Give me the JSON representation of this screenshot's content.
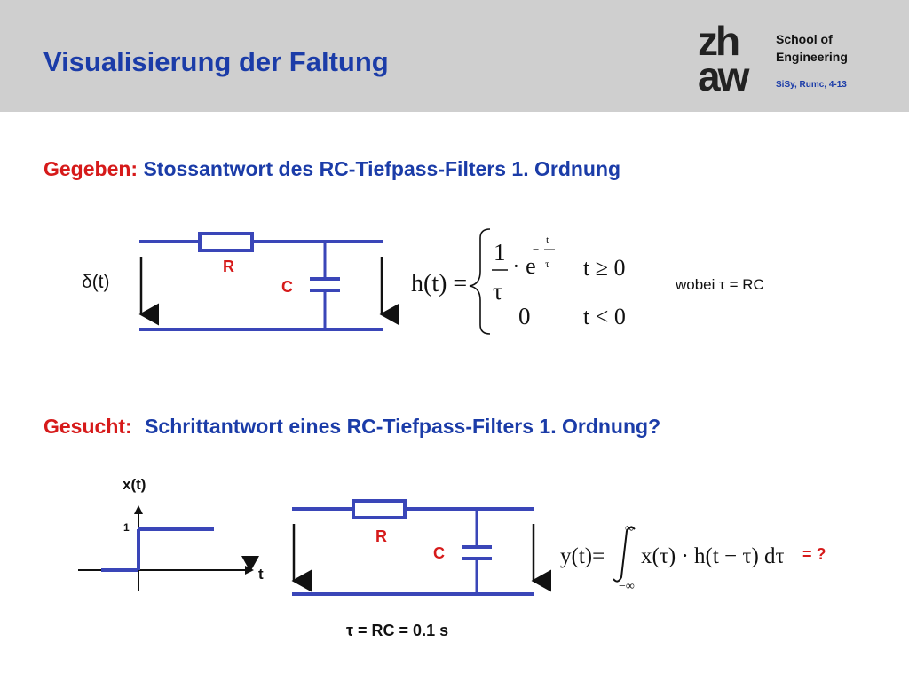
{
  "header": {
    "title": "Visualisierung der Faltung",
    "school_line1": "School of",
    "school_line2": "Engineering",
    "ref": "SiSy, Rumc, 4-13",
    "logo_text_top": "zh",
    "logo_text_bottom": "aw"
  },
  "given": {
    "label": "Gegeben:",
    "text": "Stossantwort des RC-Tiefpass-Filters 1. Ordnung",
    "input_label": "δ(t)",
    "r_label": "R",
    "c_label": "C",
    "formula": {
      "lhs": "h(t) =",
      "frac_num": "1",
      "frac_den": "τ",
      "mult": "· e",
      "exp_sign": "−",
      "exp_num": "t",
      "exp_den": "τ",
      "cond1": "t ≥ 0",
      "case2_val": "0",
      "cond2": "t < 0"
    },
    "where_text": "wobei τ  = RC"
  },
  "wanted": {
    "label": "Gesucht:",
    "text": "Schrittantwort eines RC-Tiefpass-Filters 1. Ordnung?",
    "plot_ylabel": "x(t)",
    "plot_one": "1",
    "plot_xlabel": "t",
    "r_label": "R",
    "c_label": "C",
    "tau_text": "τ  = RC = 0.1 s",
    "integral": {
      "lhs": "y(t)=",
      "upper": "∞",
      "lower": "−∞",
      "body": "x(τ) · h(t − τ) dτ",
      "result": "= ?"
    }
  },
  "colors": {
    "accent_blue": "#1b3ca8",
    "accent_red": "#d61a1a",
    "wire_blue": "#3a46b8",
    "header_gray": "#cfcfcf"
  }
}
